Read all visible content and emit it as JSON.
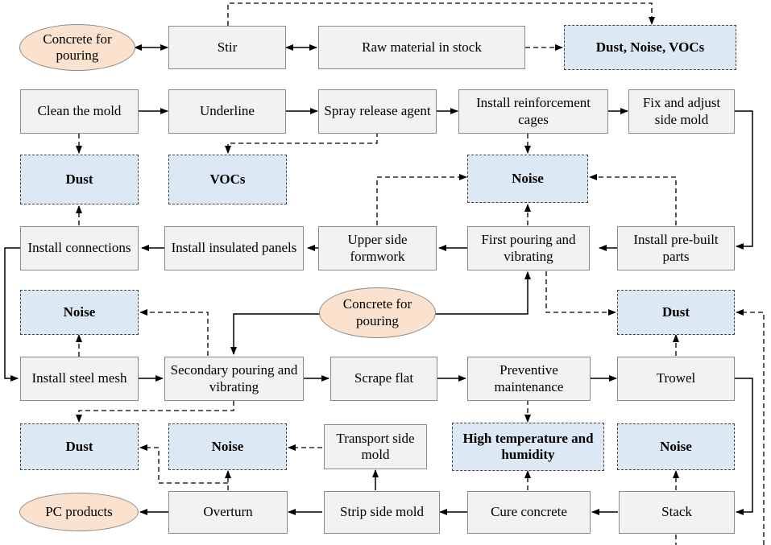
{
  "nodes": {
    "concrete_top": "Concrete for pouring",
    "stir": "Stir",
    "raw_material": "Raw material in stock",
    "hz_dust_noise_vocs": "Dust, Noise, VOCs",
    "clean_mold": "Clean the mold",
    "underline": "Underline",
    "spray_release": "Spray release agent",
    "install_cages": "Install reinforcement cages",
    "fix_side_mold": "Fix and adjust side mold",
    "hz_dust_1": "Dust",
    "hz_vocs": "VOCs",
    "hz_noise_1": "Noise",
    "install_connections": "Install connections",
    "install_insulated": "Install insulated panels",
    "upper_formwork": "Upper side formwork",
    "first_pouring": "First pouring and vibrating",
    "install_prebuilt": "Install pre-built parts",
    "hz_noise_2": "Noise",
    "concrete_mid": "Concrete for pouring",
    "hz_dust_2": "Dust",
    "install_mesh": "Install steel mesh",
    "secondary_pouring": "Secondary pouring and vibrating",
    "scrape_flat": "Scrape flat",
    "preventive": "Preventive maintenance",
    "trowel": "Trowel",
    "hz_dust_3": "Dust",
    "hz_noise_3": "Noise",
    "transport_side": "Transport side mold",
    "hz_high_temp": "High temperature and humidity",
    "hz_noise_4": "Noise",
    "pc_products": "PC products",
    "overturn": "Overturn",
    "strip_side": "Strip side mold",
    "cure": "Cure concrete",
    "stack": "Stack"
  },
  "colors": {
    "process_fill": "#f2f2f2",
    "hazard_fill": "#dde8f5",
    "input_output_fill": "#fbe2ce",
    "line": "#000000"
  }
}
